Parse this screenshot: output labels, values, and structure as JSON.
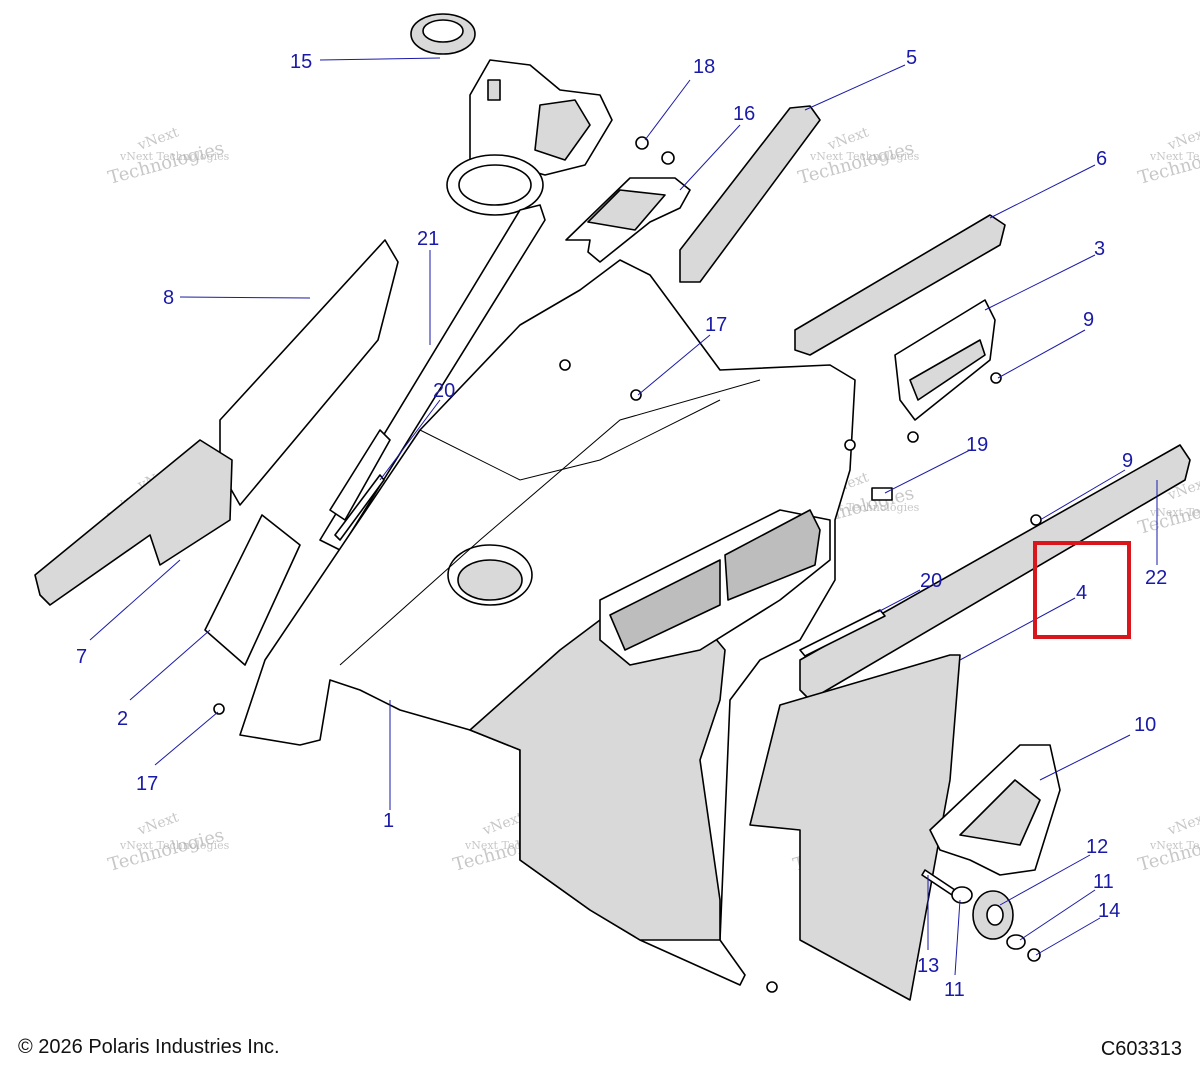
{
  "diagram": {
    "callouts": [
      "15",
      "18",
      "16",
      "5",
      "6",
      "3",
      "9",
      "21",
      "8",
      "17",
      "20",
      "19",
      "9",
      "22",
      "4",
      "20",
      "7",
      "2",
      "17",
      "1",
      "10",
      "12",
      "11",
      "14",
      "13",
      "11"
    ],
    "highlighted_callout": "4",
    "watermark": {
      "line1": "vNext",
      "line2": "vNext Technologies",
      "line3": "Technologies"
    }
  },
  "footer": {
    "copyright": "© 2026 Polaris Industries Inc.",
    "code": "C603313"
  }
}
